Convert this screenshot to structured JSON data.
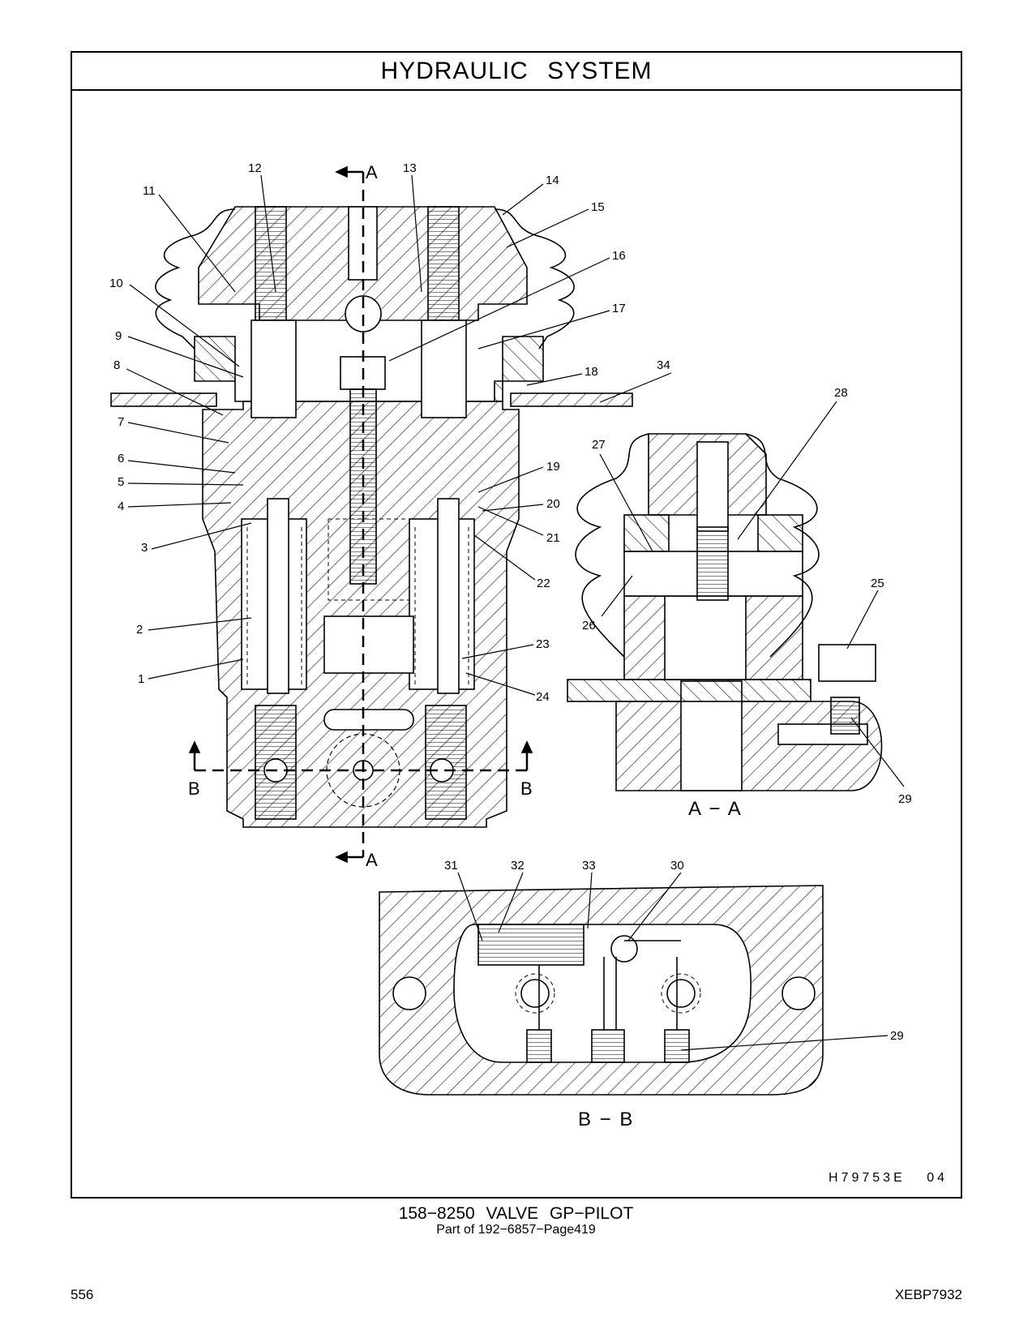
{
  "header": {
    "title": "HYDRAULIC   SYSTEM"
  },
  "callouts": {
    "c1": "1",
    "c2": "2",
    "c3": "3",
    "c4": "4",
    "c5": "5",
    "c6": "6",
    "c7": "7",
    "c8": "8",
    "c9": "9",
    "c10": "10",
    "c11": "11",
    "c12": "12",
    "c13": "13",
    "c14": "14",
    "c15": "15",
    "c16": "16",
    "c17": "17",
    "c18": "18",
    "c19": "19",
    "c20": "20",
    "c21": "21",
    "c22": "22",
    "c23": "23",
    "c24": "24",
    "c25": "25",
    "c26": "26",
    "c27": "27",
    "c28": "28",
    "c29": "29",
    "c30": "30",
    "c31": "31",
    "c32": "32",
    "c33": "33",
    "c34": "34"
  },
  "section_markers": {
    "a": "A",
    "b": "B"
  },
  "section_captions": {
    "aa": "A − A",
    "bb": "B − B"
  },
  "illustration_ref": "H79753E   04",
  "caption": {
    "part": "158−8250   VALVE  GP−PILOT",
    "sub": "Part of 192−6857−Page419"
  },
  "footer": {
    "page_number": "556",
    "doc_number": "XEBP7932"
  }
}
